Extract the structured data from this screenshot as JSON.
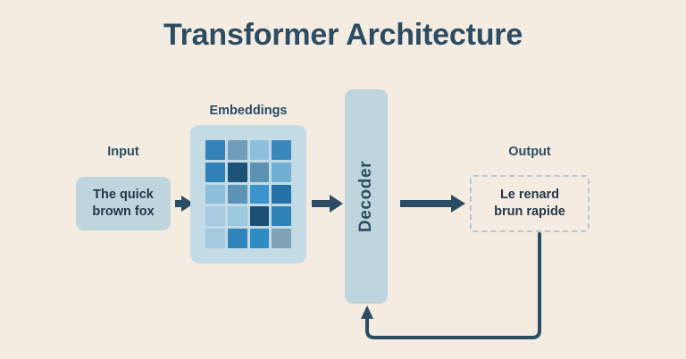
{
  "title": "Transformer Architecture",
  "theme": {
    "background": "#f4ece1",
    "title_color": "#2b4c63",
    "block_fill": "#bed5dd",
    "panel_fill": "#c3dbe5",
    "arrow_color": "#2b4c63",
    "text_color": "#23374a",
    "dashed_border": "#b5c8cf"
  },
  "stages": {
    "input": {
      "caption": "Input",
      "text": "The quick\nbrown fox"
    },
    "embeddings": {
      "caption": "Embeddings",
      "grid": {
        "rows": 5,
        "cols": 4,
        "colors": [
          [
            "#3382b8",
            "#6f9dbb",
            "#8dc0dc",
            "#3b86bb"
          ],
          [
            "#2f81b8",
            "#1c5178",
            "#5e92b4",
            "#6fb0d2"
          ],
          [
            "#8dbfdb",
            "#5b93b6",
            "#3b93cd",
            "#2472a8"
          ],
          [
            "#a7cce2",
            "#9cc8e0",
            "#1b4f73",
            "#2e83b9"
          ],
          [
            "#a3cadf",
            "#3285bb",
            "#2f8cc4",
            "#7fa3b5"
          ]
        ]
      }
    },
    "decoder": {
      "label": "Decoder"
    },
    "output": {
      "caption": "Output",
      "text": "Le renard\nbrun rapide"
    }
  },
  "arrows": [
    {
      "name": "input-to-embeddings",
      "from": "input",
      "to": "embeddings"
    },
    {
      "name": "embeddings-to-decoder",
      "from": "embeddings",
      "to": "decoder"
    },
    {
      "name": "decoder-to-output",
      "from": "decoder",
      "to": "output"
    },
    {
      "name": "feedback-loop",
      "from": "output",
      "to": "decoder"
    }
  ]
}
